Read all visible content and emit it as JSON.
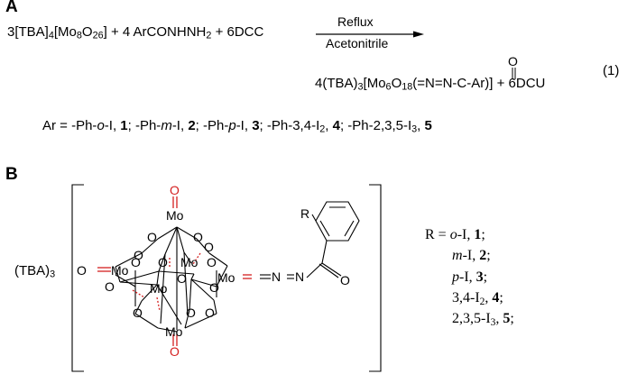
{
  "panel_a": {
    "label": "A",
    "reactant_1": "3[TBA]",
    "reactant_1_sub1": "4",
    "reactant_1_mid": "[Mo",
    "reactant_1_sub2": "8",
    "reactant_1_o": "O",
    "reactant_1_sub3": "26",
    "reactant_1_end": "]",
    "plus_1": "+ 4 ArCONHNH",
    "hydrazide_sub": "2",
    "plus_2": "+ 6DCC",
    "condition_top": "Reflux",
    "condition_bottom": "Acetonitrile",
    "product_prefix": "4(TBA)",
    "product_sub1": "3",
    "product_mo": "[Mo",
    "product_sub2": "6",
    "product_o": "O",
    "product_sub3": "18",
    "product_ligand": "(=N=N-C-Ar)]",
    "carbonyl_o": "O",
    "product_byproduct": "+ 6DCU",
    "equation_number": "(1)",
    "ar_intro": "Ar = -Ph-",
    "ar_items": [
      {
        "text": "o",
        "num": "1"
      },
      {
        "text": "m",
        "num": "2"
      },
      {
        "text": "p",
        "num": "3"
      },
      {
        "text": "3,4-I",
        "num": "4"
      },
      {
        "text": "2,3,5-I",
        "num": "5"
      }
    ]
  },
  "panel_b": {
    "label": "B",
    "cation": "(TBA)",
    "cation_sub": "3",
    "r_group": "R",
    "mo_label": "Mo",
    "o_label": "O",
    "n_label": "N",
    "r_list_intro": "R = ",
    "r_list": [
      {
        "prefix": "o",
        "suffix": "-I,",
        "num": "1"
      },
      {
        "prefix": "m",
        "suffix": "-I,",
        "num": "2"
      },
      {
        "prefix": "p",
        "suffix": "-I,",
        "num": "3"
      },
      {
        "prefix": "",
        "suffix": "3,4-I",
        "sub": "2",
        "num": "4"
      },
      {
        "prefix": "",
        "suffix": "2,3,5-I",
        "sub": "3",
        "num": "5"
      }
    ]
  }
}
